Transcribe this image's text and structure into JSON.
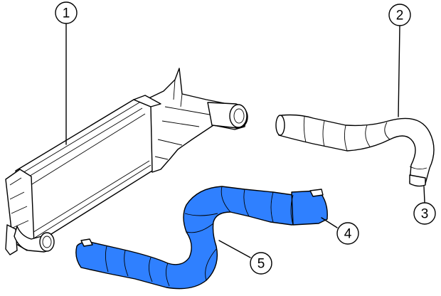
{
  "callouts": [
    {
      "id": "1",
      "label": "1"
    },
    {
      "id": "2",
      "label": "2"
    },
    {
      "id": "3",
      "label": "3"
    },
    {
      "id": "4",
      "label": "4"
    },
    {
      "id": "5",
      "label": "5"
    }
  ],
  "colors": {
    "highlight": "#2f80ff",
    "line": "#000000",
    "background": "#ffffff"
  }
}
